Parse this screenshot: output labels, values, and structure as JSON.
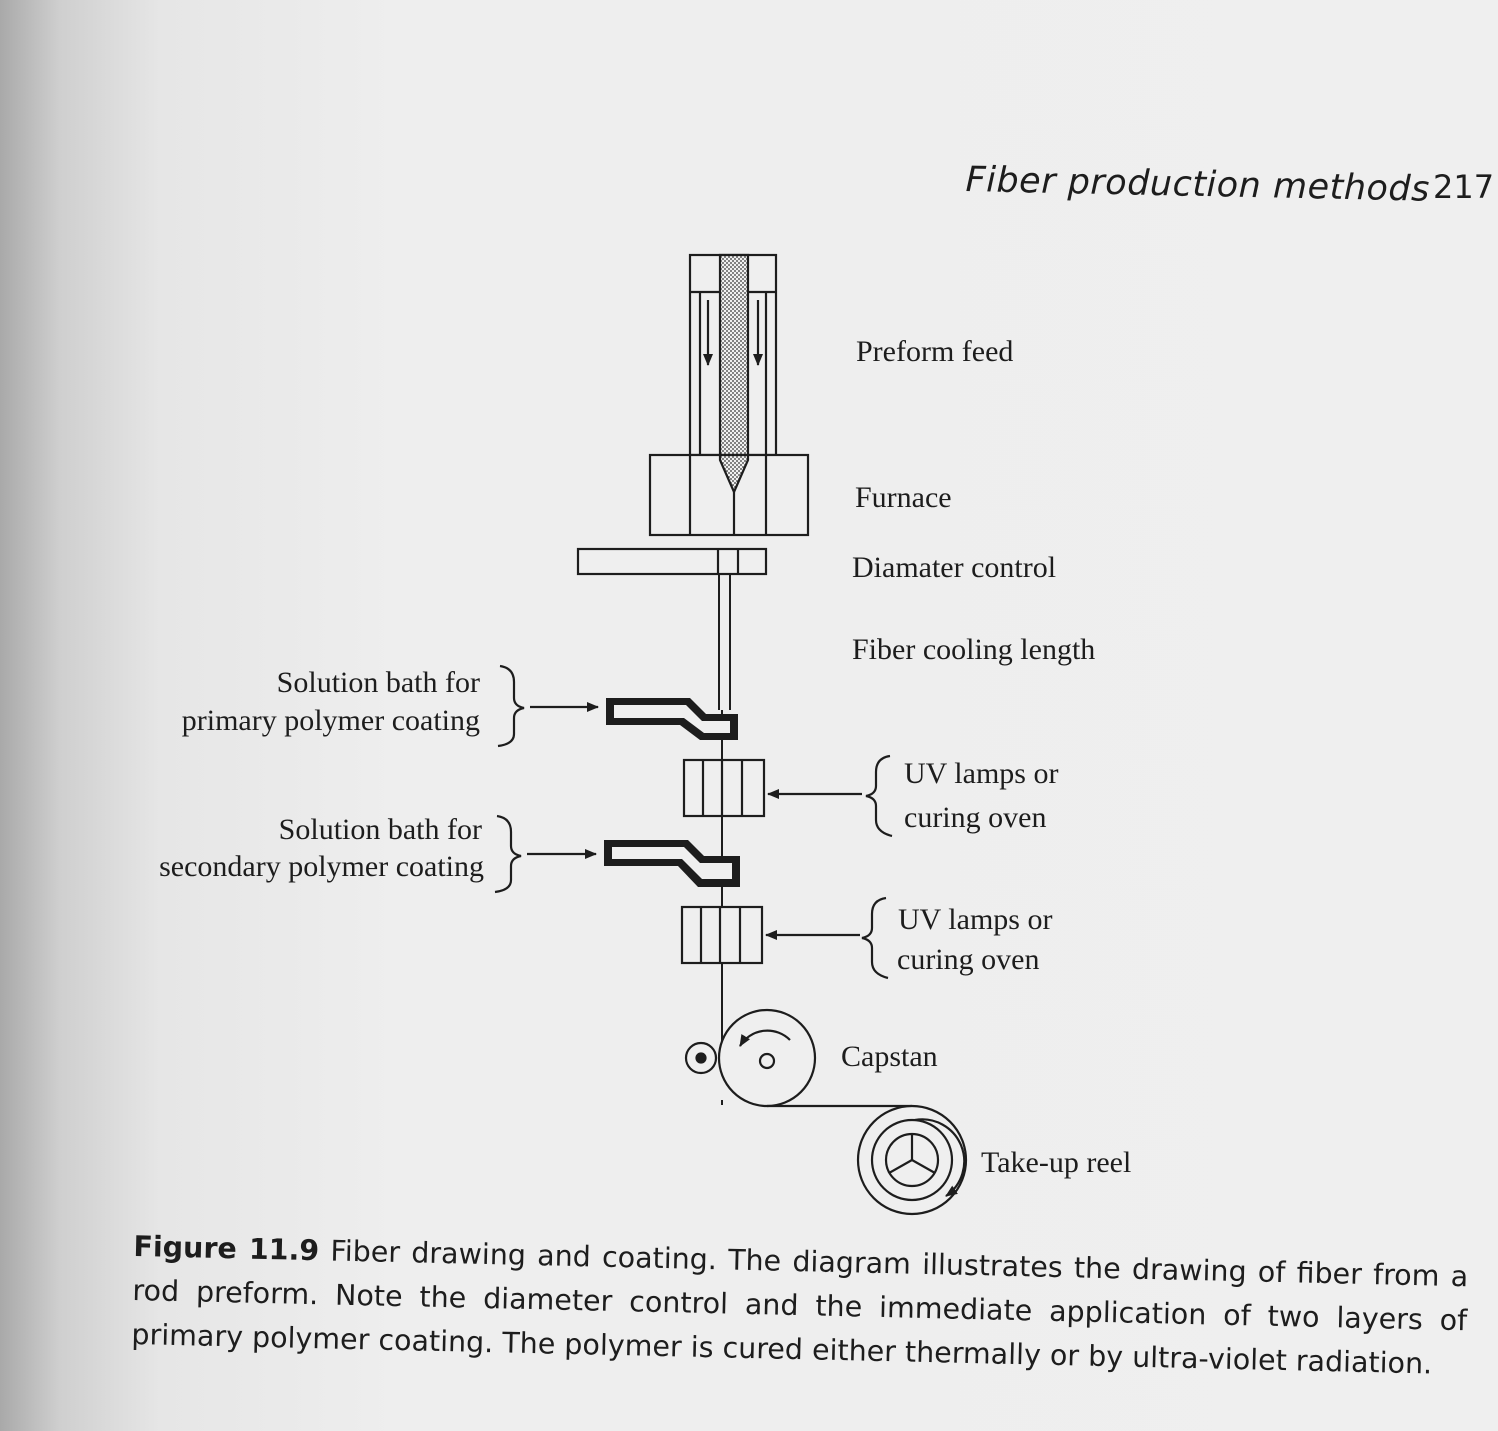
{
  "header": {
    "title": "Fiber production methods",
    "page_number": "217"
  },
  "labels": {
    "preform_feed": "Preform feed",
    "furnace": "Furnace",
    "diameter_control": "Diamater control",
    "fiber_cooling": "Fiber cooling length",
    "bath_primary_line1": "Solution bath for",
    "bath_primary_line2": "primary polymer coating",
    "uv1_line1": "UV lamps or",
    "uv1_line2": "curing oven",
    "bath_secondary_line1": "Solution bath for",
    "bath_secondary_line2": "secondary polymer coating",
    "uv2_line1": "UV lamps or",
    "uv2_line2": "curing oven",
    "capstan": "Capstan",
    "takeup_reel": "Take-up reel"
  },
  "caption": {
    "figure_label": "Figure 11.9",
    "text": "Fiber drawing and coating. The diagram illustrates the drawing of fiber from a rod preform. Note the diameter control and the immediate application of two layers of primary polymer coating. The polymer is cured either thermally or by ultra-violet radiation."
  }
}
